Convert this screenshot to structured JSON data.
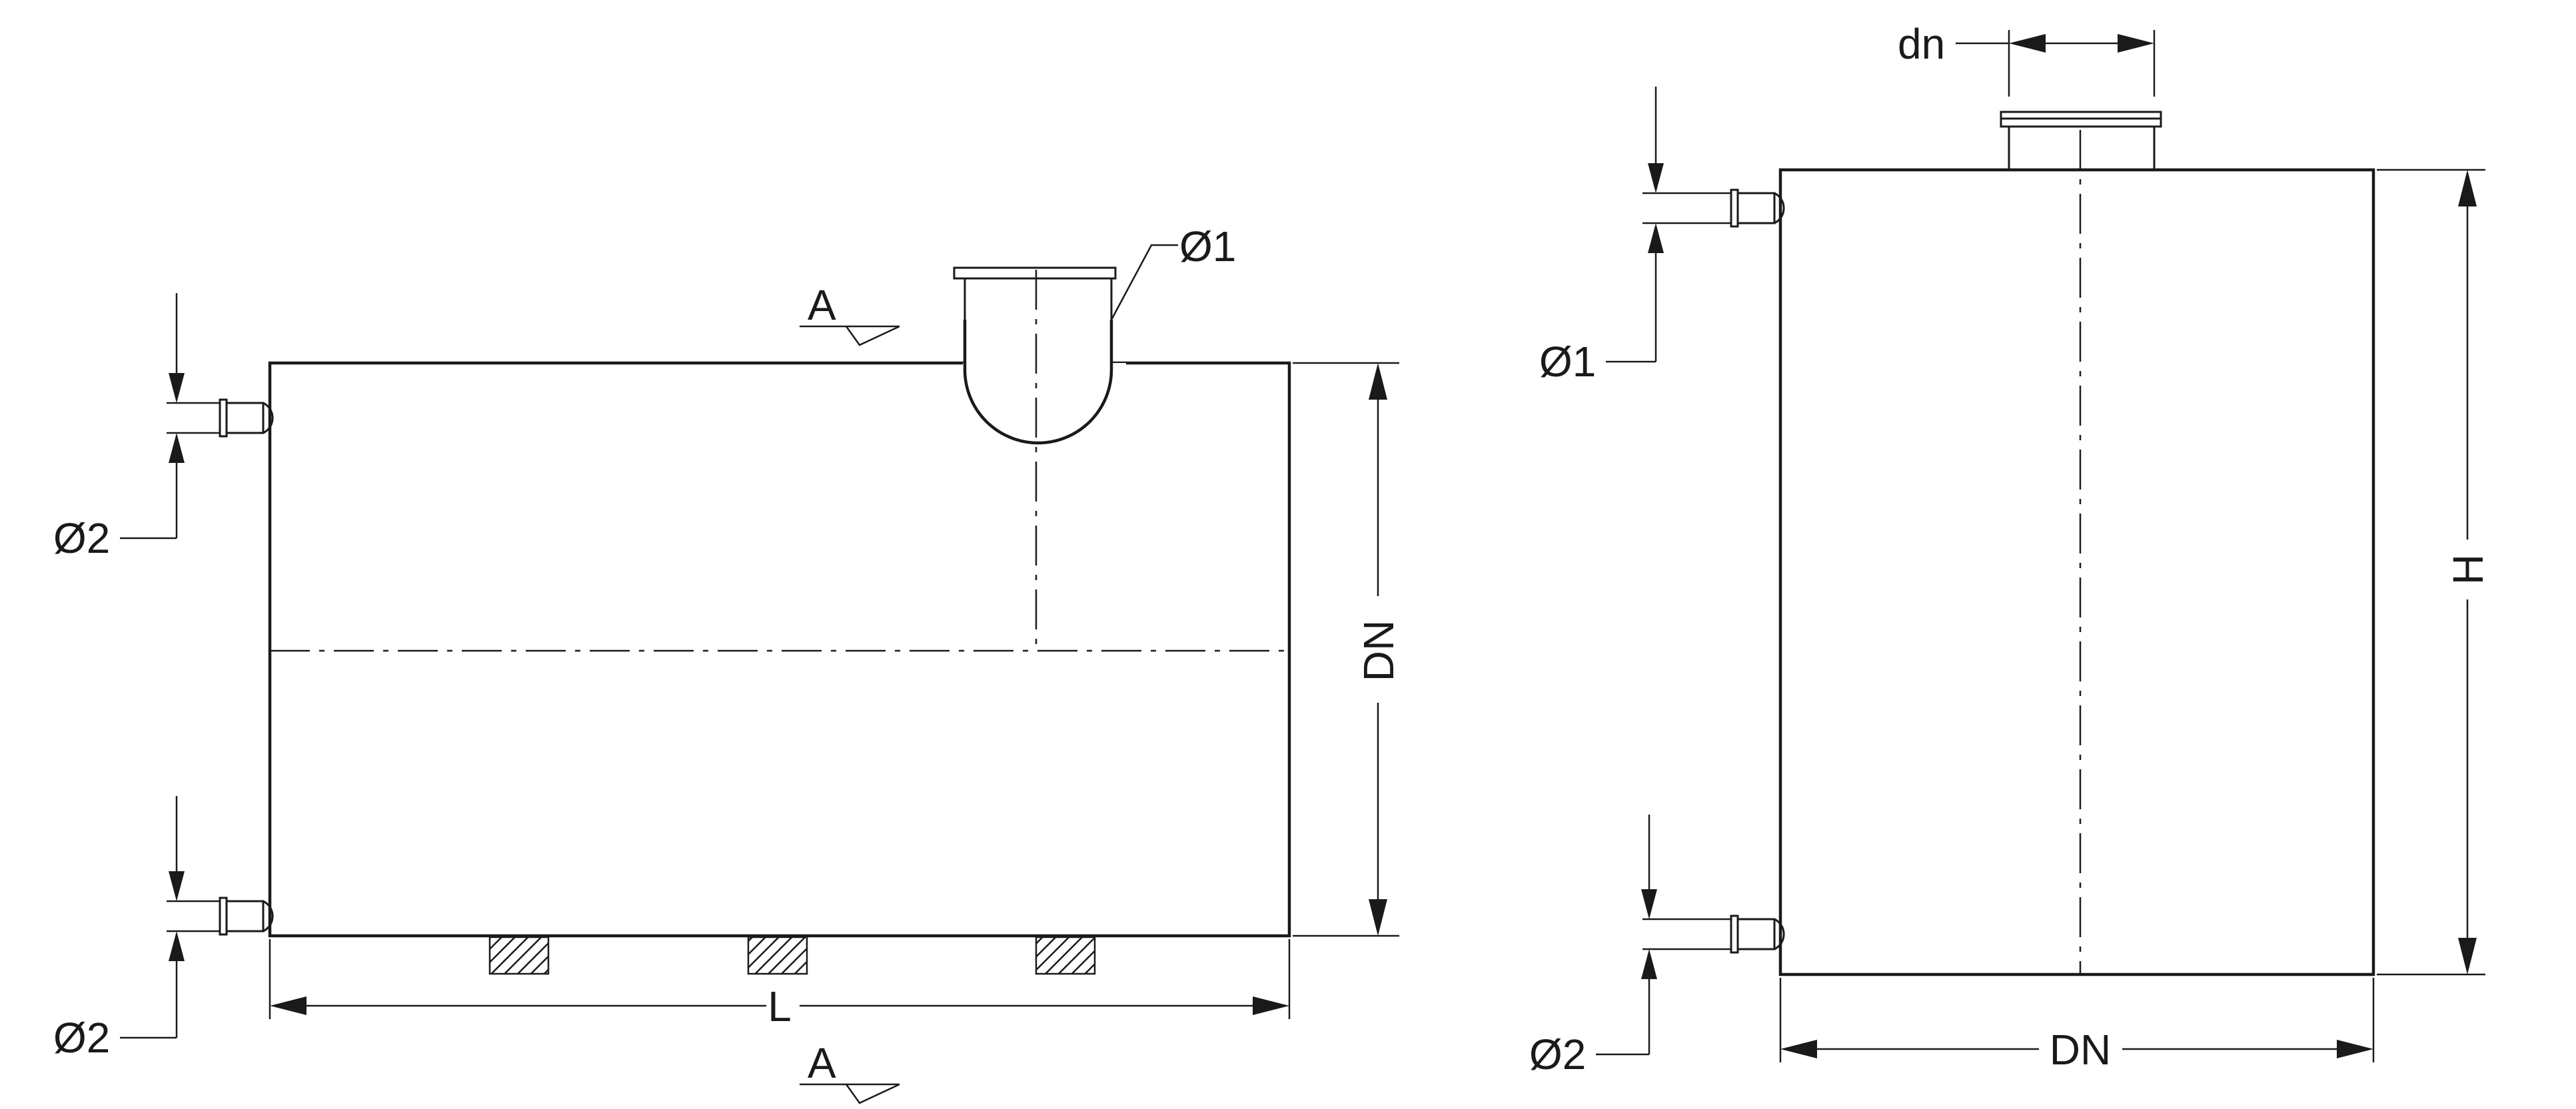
{
  "side_view": {
    "label_nozzle_top": "Ø1",
    "label_nozzle_upper": "Ø2",
    "label_nozzle_lower": "Ø2",
    "label_length": "L",
    "label_diameter": "DN",
    "section_mark_top": "A",
    "section_mark_bottom": "A"
  },
  "section_view": {
    "label_dn_top": "dn",
    "label_nozzle_upper": "Ø1",
    "label_nozzle_lower": "Ø2",
    "label_diameter": "DN",
    "label_height": "H"
  }
}
